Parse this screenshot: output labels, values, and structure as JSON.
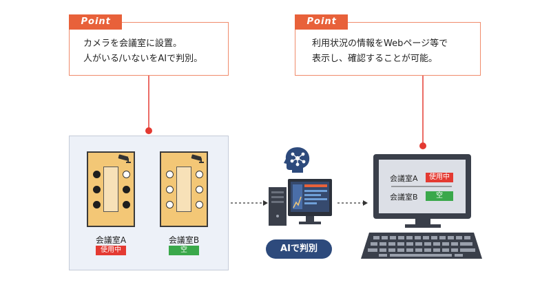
{
  "callouts": [
    {
      "tag": "Point",
      "line1": "カメラを会議室に設置。",
      "line2": "人がいる/いないをAIで判別。"
    },
    {
      "tag": "Point",
      "line1": "利用状況の情報をWebページ等で",
      "line2": "表示し、確認することが可能。"
    }
  ],
  "rooms": [
    {
      "name": "会議室A",
      "status": "使用中",
      "status_color": "#e43a32"
    },
    {
      "name": "会議室B",
      "status": "空",
      "status_color": "#3aa84a"
    }
  ],
  "ai_label": "AIで判別",
  "monitor": {
    "rows": [
      {
        "name": "会議室A",
        "status": "使用中",
        "status_color": "#e43a32"
      },
      {
        "name": "会議室B",
        "status": "空",
        "status_color": "#3aa84a"
      }
    ]
  },
  "colors": {
    "accent": "#e8613a",
    "connector": "#e43a32",
    "room_fill": "#f3c776",
    "ai_pill": "#2d4a7c"
  },
  "icons": [
    "cctv-camera-icon",
    "ai-brain-icon",
    "desktop-computer-icon",
    "monitor-icon",
    "keyboard-icon"
  ]
}
